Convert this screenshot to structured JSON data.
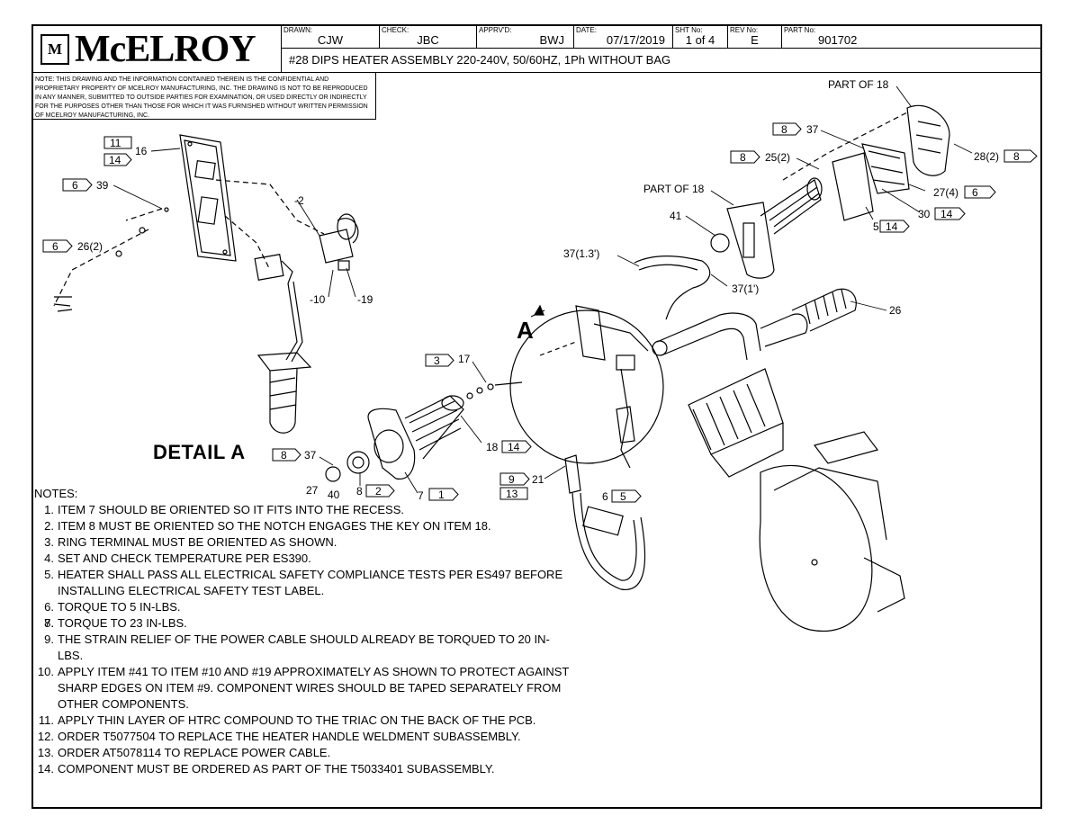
{
  "title_block": {
    "logo_mark": "M",
    "logo_text": "McELROY",
    "drawn_label": "DRAWN:",
    "drawn": "CJW",
    "check_label": "CHECK:",
    "check": "JBC",
    "apprvd_label": "APPRV'D:",
    "apprvd": "BWJ",
    "date_label": "DATE:",
    "date": "07/17/2019",
    "sht_label": "SHT No:",
    "sht": "1 of 4",
    "rev_label": "REV No:",
    "rev": "E",
    "part_label": "PART No:",
    "part": "901702",
    "title": "#28 DIPS HEATER ASSEMBLY 220-240V, 50/60HZ, 1Ph WITHOUT BAG"
  },
  "confidential": "NOTE: THIS DRAWING AND THE INFORMATION CONTAINED THEREIN IS THE CONFIDENTIAL AND PROPRIETARY PROPERTY OF McElroy Manufacturing, Inc. THE DRAWING IS NOT TO BE REPRODUCED IN ANY MANNER, SUBMITTED TO OUTSIDE PARTIES FOR EXAMINATION, OR USED DIRECTLY OR INDIRECTLY FOR THE PURPOSES OTHER THAN THOSE FOR WHICH IT WAS FURNISHED WITHOUT WRITTEN PERMISSION OF McElroy Manufacturing, Inc.",
  "detail_label": "DETAIL A",
  "detail_callout": "A",
  "flags": {
    "f11": "11",
    "f14a": "14",
    "f6a": "6",
    "f6b": "6",
    "f8a": "8",
    "f8b": "8",
    "f8c": "8",
    "f14b": "14",
    "f14c": "14",
    "f6c": "6",
    "f3": "3",
    "f14d": "14",
    "f8d": "8",
    "f2": "2",
    "f1": "1",
    "f9": "9",
    "f13": "13",
    "f5": "5"
  },
  "callouts": {
    "c16": "16",
    "c39": "39",
    "c26_2": "26(2)",
    "c2": "-2",
    "c10": "-10",
    "c19": "-19",
    "part18a": "PART OF 18",
    "c37a": "37",
    "c25_2": "25(2)",
    "c28_2": "28(2)",
    "part18b": "PART OF 18",
    "c27_4": "27(4)",
    "c30": "30",
    "c5": "5",
    "c41": "41",
    "c37_13": "37(1.3')",
    "c37_1": "37(1')",
    "c26": "26",
    "c17": "17",
    "c18": "18",
    "c37b": "37",
    "c27": "27",
    "c40": "40",
    "c8": "8",
    "c7": "7",
    "c21": "21",
    "c6": "6"
  },
  "notes": {
    "header": "NOTES:",
    "items": [
      {
        "n": "1.",
        "t": "ITEM 7 SHOULD BE ORIENTED SO IT FITS INTO THE RECESS."
      },
      {
        "n": "2.",
        "t": "ITEM 8 MUST BE ORIENTED SO THE NOTCH ENGAGES THE KEY ON ITEM 18."
      },
      {
        "n": "3.",
        "t": "RING TERMINAL MUST BE ORIENTED AS SHOWN."
      },
      {
        "n": "4.",
        "t": "SET AND CHECK TEMPERATURE PER ES390."
      },
      {
        "n": "5.",
        "t": "HEATER SHALL PASS ALL ELECTRICAL SAFETY COMPLIANCE TESTS PER ES497 BEFORE INSTALLING ELECTRICAL SAFETY TEST LABEL."
      },
      {
        "n": "6.",
        "t": "TORQUE TO 5 IN-LBS."
      },
      {
        "n": "7.",
        "t": ""
      },
      {
        "n": "8.",
        "t": "TORQUE TO 23 IN-LBS."
      },
      {
        "n": "9.",
        "t": "THE STRAIN RELIEF OF THE POWER CABLE SHOULD ALREADY BE TORQUED TO 20 IN-LBS."
      },
      {
        "n": "10.",
        "t": "APPLY ITEM #41 TO ITEM #10 AND #19 APPROXIMATELY AS SHOWN TO PROTECT AGAINST SHARP EDGES ON ITEM #9. COMPONENT WIRES SHOULD BE TAPED SEPARATELY FROM OTHER COMPONENTS."
      },
      {
        "n": "11.",
        "t": "APPLY THIN LAYER OF HTRC COMPOUND TO THE TRIAC ON THE BACK OF THE PCB."
      },
      {
        "n": "12.",
        "t": "ORDER T5077504 TO REPLACE THE HEATER HANDLE WELDMENT SUBASSEMBLY."
      },
      {
        "n": "13.",
        "t": "ORDER AT5078114 TO REPLACE POWER CABLE."
      },
      {
        "n": "14.",
        "t": "COMPONENT MUST BE ORDERED AS PART OF THE T5033401 SUBASSEMBLY."
      }
    ]
  }
}
